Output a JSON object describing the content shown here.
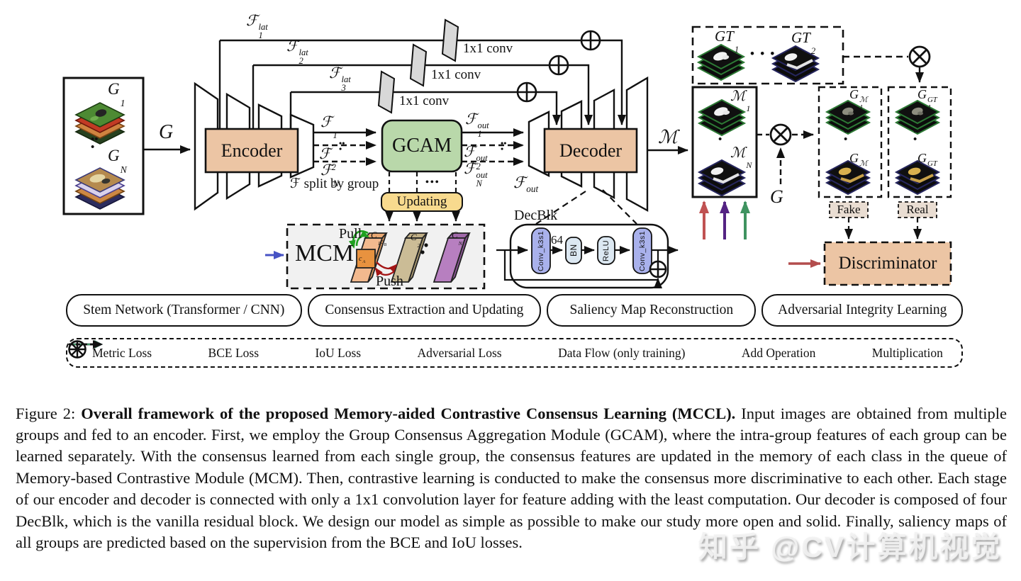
{
  "fig": {
    "input": {
      "g1": {
        "base": "G",
        "sub": "1"
      },
      "gn": {
        "base": "G",
        "sub": "N"
      },
      "flow": "G"
    },
    "encoder": "Encoder",
    "lat": {
      "f1": {
        "base": "ℱ",
        "sup": "lat",
        "sub": "1"
      },
      "f2": {
        "base": "ℱ",
        "sup": "lat",
        "sub": "2"
      },
      "f3": {
        "base": "ℱ",
        "sup": "lat",
        "sub": "3"
      },
      "conv": "1x1 conv"
    },
    "feat": {
      "f1": {
        "base": "ℱ",
        "sub": "1"
      },
      "f2": {
        "base": "ℱ",
        "sub": "2"
      },
      "fn": {
        "base": "ℱ",
        "sub": "N"
      },
      "split": "ℱ split by group"
    },
    "gcam": "GCAM",
    "out": {
      "f1": {
        "base": "ℱ",
        "sup": "out",
        "sub": "1"
      },
      "f2": {
        "base": "ℱ",
        "sup": "out",
        "sub": "2"
      },
      "fn": {
        "base": "ℱ",
        "sup": "out",
        "sub": "N"
      },
      "fall": {
        "base": "ℱ",
        "sup": "out"
      },
      "m": {
        "base": "ℳ"
      }
    },
    "decoder": "Decoder",
    "updating": "Updating",
    "mcm": {
      "title": "MCM",
      "pull": "Pull",
      "push": "Push",
      "c1": {
        "base": "C",
        "sub": "1"
      },
      "c2": {
        "base": "C",
        "sub": "2"
      },
      "cn": {
        "base": "C",
        "sub": "N"
      },
      "ca": {
        "base": "c",
        "sup": "A"
      },
      "cb": {
        "base": "c",
        "sup": "B"
      }
    },
    "decblk": {
      "title": "DecBlk",
      "conv1": "Conv_k3s1",
      "conv2": "Conv_k3s1",
      "n64": "64",
      "bn": "BN",
      "relu": "ReLU"
    },
    "gt": {
      "g1": {
        "base": "GT",
        "sub": "1"
      },
      "g2": {
        "base": "GT",
        "sub": "2"
      },
      "dots": "• • •"
    },
    "mbox": {
      "m1": {
        "base": "ℳ",
        "sub": "1"
      },
      "mn": {
        "base": "ℳ",
        "sub": "N"
      }
    },
    "gen": {
      "g": "G",
      "g1m": {
        "base": "G",
        "sup": "ℳ",
        "sub": "1"
      },
      "g2m": {
        "base": "G",
        "sup": "ℳ",
        "sub": "2"
      },
      "g1gt": {
        "base": "G",
        "sup": "GT",
        "sub": "1"
      },
      "g2gt": {
        "base": "G",
        "sup": "GT",
        "sub": "2"
      }
    },
    "adv": {
      "fake": "Fake",
      "real": "Real",
      "disc": "Discriminator"
    },
    "dots": {
      "v": "•••"
    }
  },
  "stages": [
    "Stem Network (Transformer / CNN)",
    "Consensus Extraction and Updating",
    "Saliency Map Reconstruction",
    "Adversarial Integrity Learning"
  ],
  "legend": {
    "items": [
      {
        "label": "Metric Loss",
        "color": "#4753c4"
      },
      {
        "label": "BCE Loss",
        "color": "#c05252"
      },
      {
        "label": "IoU Loss",
        "color": "#542383"
      },
      {
        "label": "Adversarial Loss",
        "color": "#3f9360"
      },
      {
        "label": "Data Flow (only training)",
        "color": "#111111"
      },
      {
        "label": "Add Operation"
      },
      {
        "label": "Multiplication"
      }
    ]
  },
  "caption": {
    "prefix": "Figure 2: ",
    "bold": "Overall framework of the proposed Memory-aided Contrastive Consensus Learning (MCCL).",
    "rest": " Input images are obtained from multiple groups and fed to an encoder. First, we employ the Group Consensus Aggregation Module (GCAM), where the intra-group features of each group can be learned separately. With the consensus learned from each single group, the consensus features are updated in the memory of each class in the queue of Memory-based Contrastive Module (MCM). Then, contrastive learning is conducted to make the consensus more discriminative to each other. Each stage of our encoder and decoder is connected with only a 1x1 convolution layer for feature adding with the least computation. Our decoder is composed of four DecBlk, which is the vanilla residual block. We design our model as simple as possible to make our study more open and solid. Finally, saliency maps of all groups are predicted based on the supervision from the BCE and IoU losses."
  },
  "watermark": "知乎 @CV计算机视觉"
}
